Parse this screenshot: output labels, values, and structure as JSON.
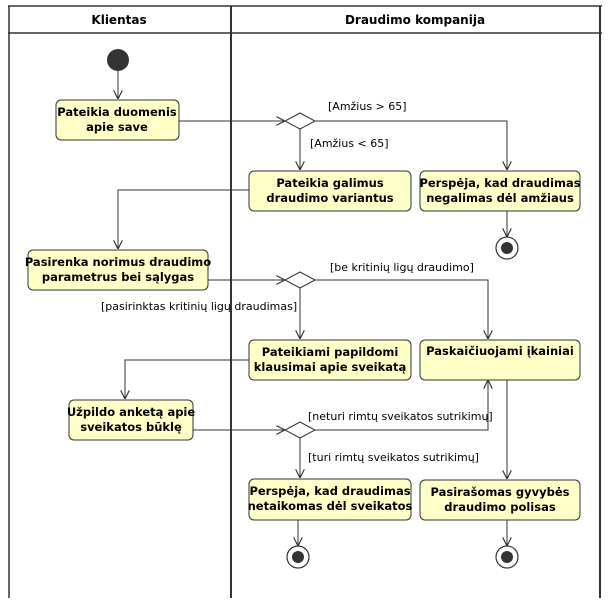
{
  "lanes": {
    "client": "Klientas",
    "company": "Draudimo kompanija"
  },
  "actions": {
    "provide_data": [
      "Pateikia duomenis",
      "apie save"
    ],
    "offer_options": [
      "Pateikia galimus",
      "draudimo variantus"
    ],
    "warn_age": [
      "Perspėja, kad draudimas",
      "negalimas dėl amžiaus"
    ],
    "choose_params": [
      "Pasirenka norimus draudimo",
      "parametrus bei sąlygas"
    ],
    "extra_questions": [
      "Pateikiami papildomi",
      "klausimai apie sveikatą"
    ],
    "calc_fees": [
      "Paskaičiuojami įkainiai"
    ],
    "fill_form": [
      "Užpildo anketą apie",
      "sveikatos būklę"
    ],
    "warn_health": [
      "Perspėja, kad draudimas",
      "netaikomas dėl sveikatos"
    ],
    "sign_policy": [
      "Pasirašomas gyvybės",
      "draudimo polisas"
    ]
  },
  "guards": {
    "age_over": "[Amžius > 65]",
    "age_under": "[Amžius < 65]",
    "no_critical": "[be kritinių ligų draudimo]",
    "with_critical": "[pasirinktas kritinių ligų draudimas]",
    "no_issues": "[neturi rimtų sveikatos sutrikimų]",
    "has_issues": "[turi rimtų sveikatos sutrikimų]"
  },
  "colors": {
    "action_fill": "#ffffc8",
    "line": "#333333",
    "initial": "#333333"
  }
}
